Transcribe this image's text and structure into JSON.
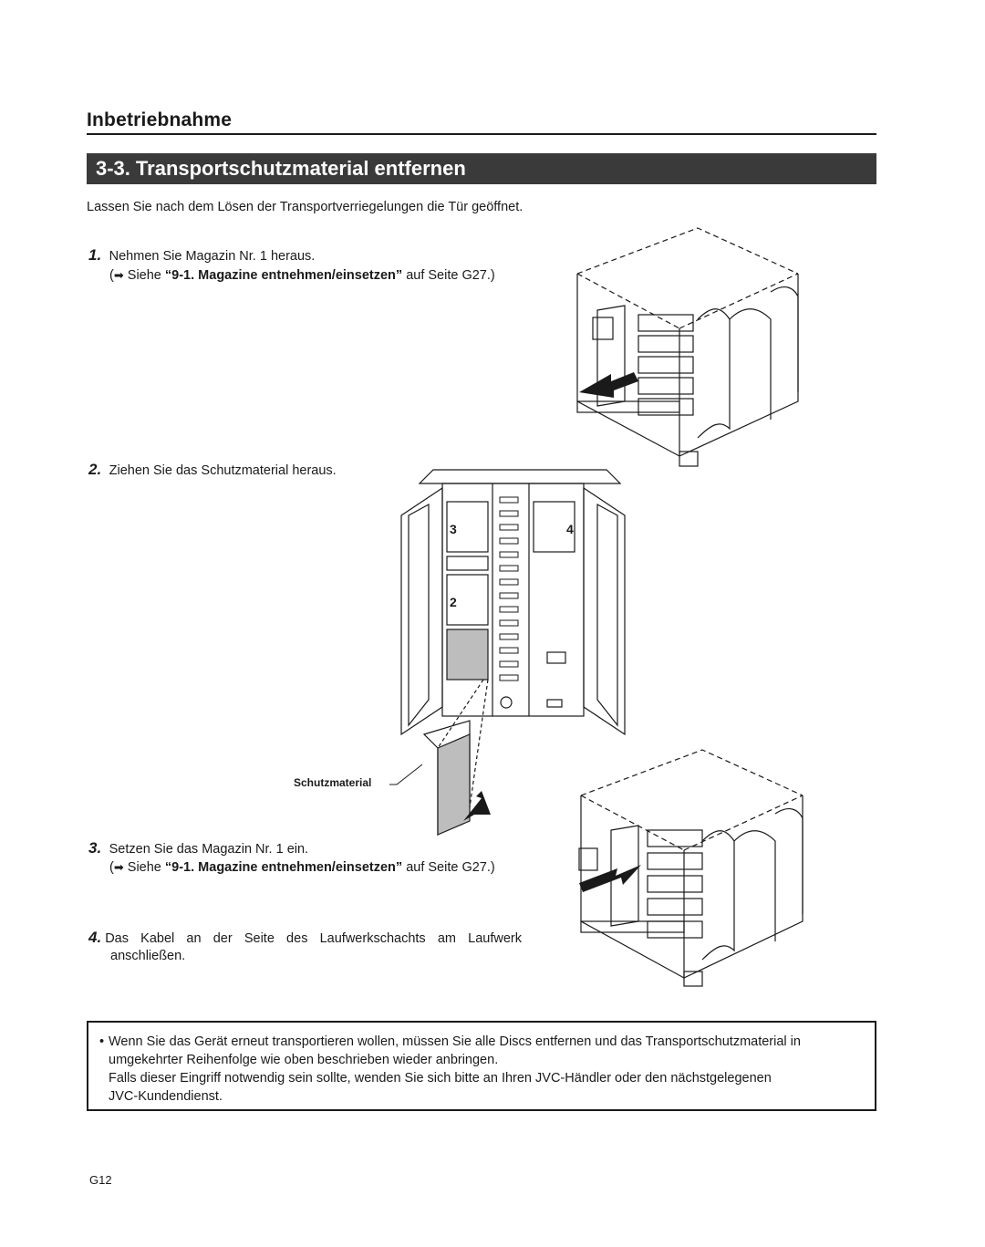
{
  "section": {
    "heading": "Inbetriebnahme"
  },
  "title": {
    "number": "3-3.",
    "text": "Transportschutzmaterial entfernen"
  },
  "intro": "Lassen Sie nach dem Lösen der Transportverriegelungen die Tür geöffnet.",
  "steps": [
    {
      "number": "1.",
      "text": "Nehmen Sie Magazin Nr. 1 heraus.",
      "ref": {
        "prefix": "Siehe ",
        "bold": "“9-1. Magazine entnehmen/einsetzen”",
        "suffix": " auf Seite G27.)"
      }
    },
    {
      "number": "2.",
      "text": "Ziehen Sie das Schutzmaterial heraus."
    },
    {
      "number": "3.",
      "text": "Setzen Sie das Magazin Nr. 1 ein.",
      "ref": {
        "prefix": "Siehe ",
        "bold": "“9-1. Magazine entnehmen/einsetzen”",
        "suffix": " auf Seite G27.)"
      }
    },
    {
      "number": "4.",
      "text_line1": "Das Kabel an der Seite des Laufwerkschachts am Laufwerk",
      "text_line2": "anschließen."
    }
  ],
  "figure": {
    "label_protection": "Schutzmaterial",
    "magazine_labels": [
      "3",
      "4",
      "2"
    ]
  },
  "note": {
    "bullet": "•",
    "line1": "Wenn Sie das Gerät erneut transportieren wollen, müssen Sie alle Discs entfernen und das Transportschutzmaterial in",
    "line2": "umgekehrter Reihenfolge wie oben beschrieben wieder anbringen.",
    "line3": "Falls dieser Eingriff notwendig sein sollte, wenden Sie sich bitte an Ihren JVC-Händler oder den nächstgelegenen",
    "line4": "JVC-Kundendienst."
  },
  "page_number": "G12",
  "colors": {
    "title_bar": "#3a3a3a",
    "text": "#1a1a1a",
    "shade": "#bdbdbd"
  },
  "icons": {
    "ref_arrow": "right-arrow-icon"
  }
}
